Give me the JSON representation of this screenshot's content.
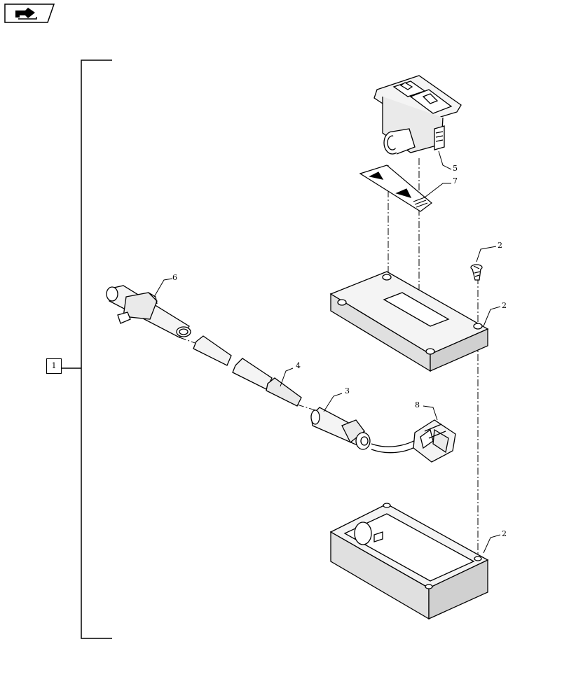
{
  "header": {
    "nav_icon": "arrow-page-navigation-icon"
  },
  "assembly": {
    "label": "1"
  },
  "callouts": {
    "c2a": "2",
    "c2b": "2",
    "c2c": "2",
    "c3": "3",
    "c4": "4",
    "c5": "5",
    "c6": "6",
    "c7": "7",
    "c8": "8"
  },
  "colors": {
    "line": "#000000",
    "background": "#ffffff",
    "part_fill": "#f4f4f4",
    "part_shade": "#d8d8d8"
  }
}
